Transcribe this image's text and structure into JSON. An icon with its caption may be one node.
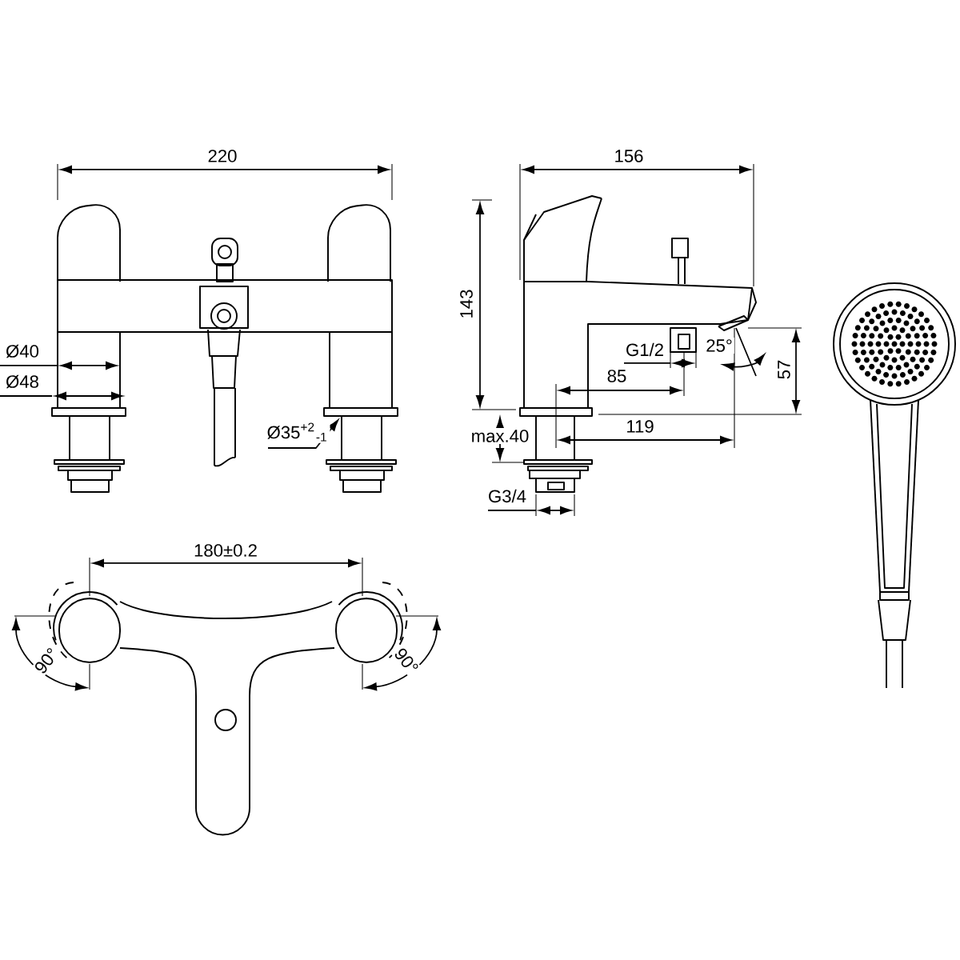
{
  "diagram": {
    "labels": [
      "220",
      "156",
      "143",
      "Ø40",
      "G1/2",
      "25°",
      "Ø48",
      "85",
      "57",
      "Ø35$^{+2}$$_{-1}$",
      "max.40",
      "119",
      "G3/4",
      "180±0.2",
      "90°",
      "90°"
    ]
  }
}
